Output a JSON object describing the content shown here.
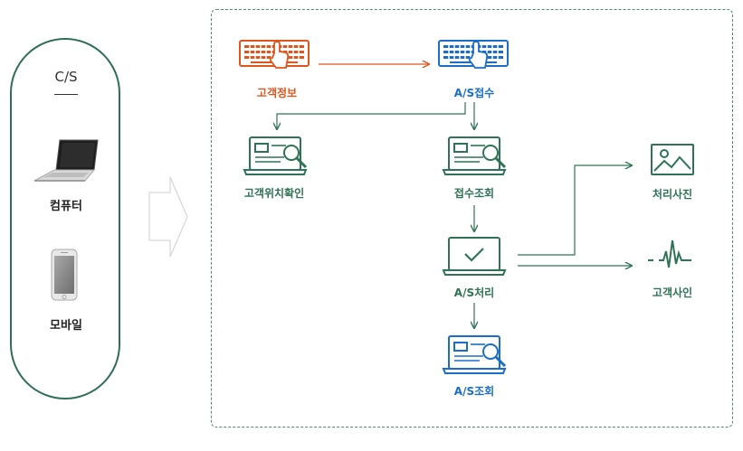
{
  "cs_panel": {
    "title": "C/S",
    "devices": [
      {
        "label": "컴퓨터",
        "icon": "laptop-icon"
      },
      {
        "label": "모바일",
        "icon": "smartphone-icon"
      }
    ]
  },
  "flow": {
    "nodes": {
      "customer_info": {
        "label": "고객정보",
        "icon": "keyboard-icon",
        "color": "#e0551c"
      },
      "as_receipt": {
        "label": "A/S접수",
        "icon": "keyboard-icon",
        "color": "#1a6ec9"
      },
      "customer_location": {
        "label": "고객위치확인",
        "icon": "laptop-search-icon",
        "color": "#2e7355"
      },
      "receipt_lookup": {
        "label": "접수조회",
        "icon": "laptop-search-icon",
        "color": "#2e7355"
      },
      "as_process": {
        "label": "A/S처리",
        "icon": "laptop-check-icon",
        "color": "#2e7355"
      },
      "as_lookup": {
        "label": "A/S조회",
        "icon": "laptop-search-icon",
        "color": "#1a6ec9"
      },
      "process_photo": {
        "label": "처리사진",
        "icon": "image-icon",
        "color": "#2e7355"
      },
      "customer_signature": {
        "label": "고객사인",
        "icon": "signature-icon",
        "color": "#2e7355"
      }
    }
  },
  "colors": {
    "green": "#2e7355",
    "blue": "#1a6ec9",
    "orange": "#e0551c",
    "frame": "#4e8a72",
    "pill": "#2e6e58"
  }
}
